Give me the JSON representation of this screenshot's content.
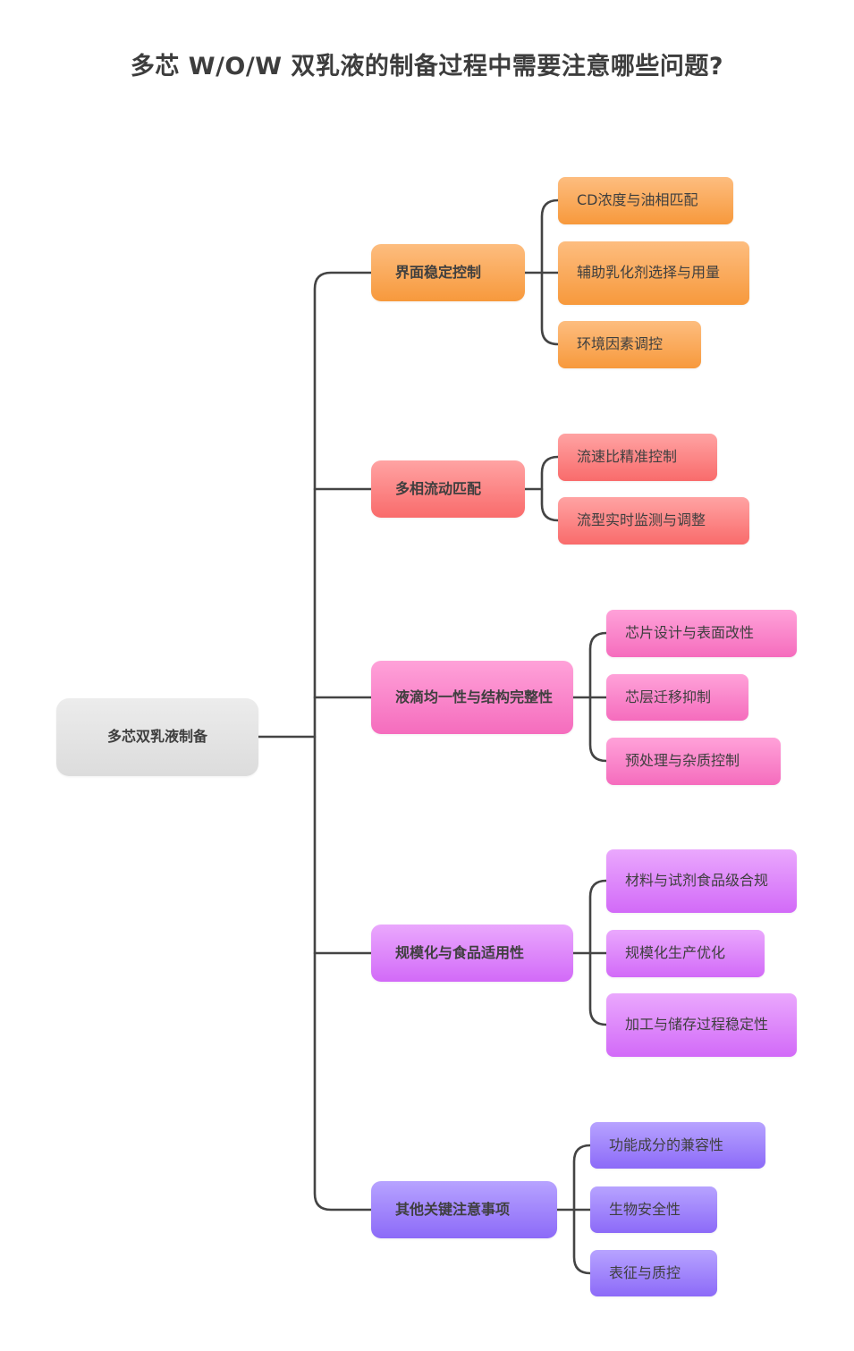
{
  "title": "多芯 W/O/W 双乳液的制备过程中需要注意哪些问题?",
  "root": {
    "label": "多芯双乳液制备",
    "color": "#e3e3e3"
  },
  "branches": [
    {
      "label": "界面稳定控制",
      "color": "#f9a555",
      "children": [
        "CD浓度与油相匹配",
        "辅助乳化剂选择与用量",
        "环境因素调控"
      ]
    },
    {
      "label": "多相流动匹配",
      "color": "#fb8585",
      "children": [
        "流速比精准控制",
        "流型实时监测与调整"
      ]
    },
    {
      "label": "液滴均一性与结构完整性",
      "color": "#f885ca",
      "children": [
        "芯片设计与表面改性",
        "芯层迁移抑制",
        "预处理与杂质控制"
      ]
    },
    {
      "label": "规模化与食品适用性",
      "color": "#de87fb",
      "children": [
        "材料与试剂食品级合规",
        "规模化生产优化",
        "加工与储存过程稳定性"
      ]
    },
    {
      "label": "其他关键注意事项",
      "color": "#a186fb",
      "children": [
        "功能成分的兼容性",
        "生物安全性",
        "表征与质控"
      ]
    }
  ],
  "link_color": "#444444"
}
